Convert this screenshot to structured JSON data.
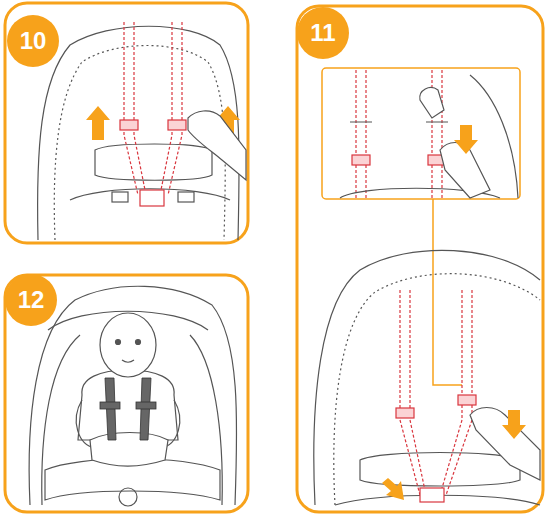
{
  "diagram": {
    "nodes": [
      {
        "text": [
          "10"
        ]
      },
      {
        "text": [
          "11"
        ]
      },
      {
        "text": [
          "12"
        ]
      }
    ]
  }
}
